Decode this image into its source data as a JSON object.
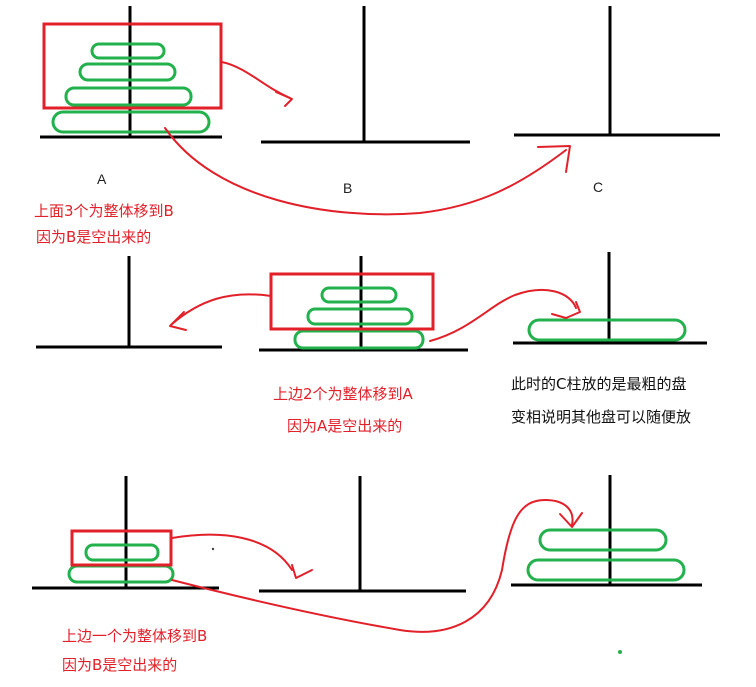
{
  "colors": {
    "peg": "#000000",
    "disk": "#22b14c",
    "highlight": "#e2202a",
    "annotation_red": "#e2202a",
    "annotation_black": "#111111"
  },
  "peg_labels": {
    "a": "A",
    "b": "B",
    "c": "C"
  },
  "step1": {
    "line1": "上面3个为整体移到B",
    "line2": "因为B是空出来的"
  },
  "step2": {
    "line1": "上边2个为整体移到A",
    "line2": "因为A是空出来的"
  },
  "side_note": {
    "line1": "此时的C柱放的是最粗的盘",
    "line2": "变相说明其他盘可以随便放"
  },
  "step3": {
    "line1": "上边一个为整体移到B",
    "line2": "因为B是空出来的"
  }
}
